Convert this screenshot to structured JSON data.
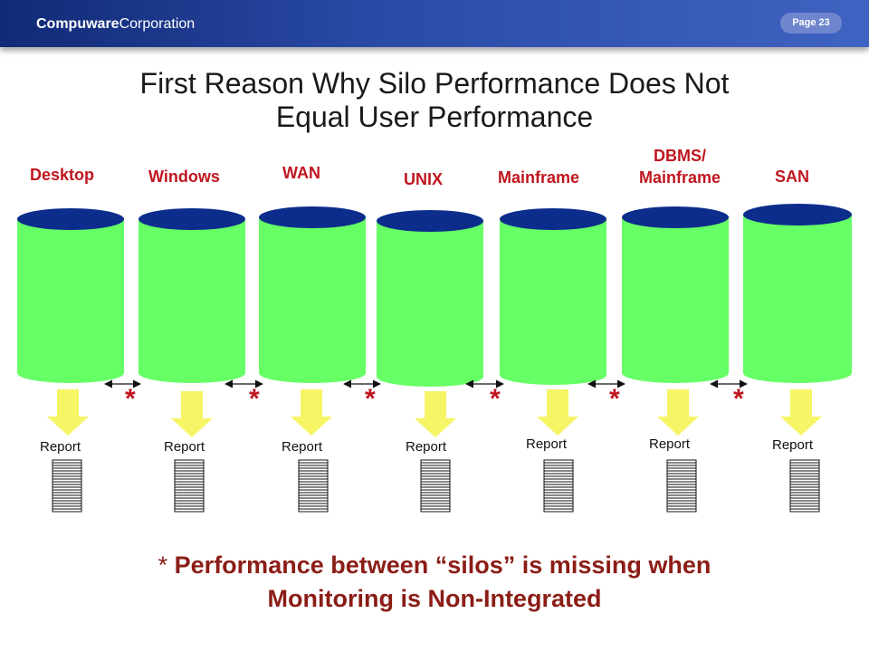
{
  "header": {
    "brand_bold": "Compuware",
    "brand_regular": "Corporation",
    "page": "Page 23"
  },
  "title": {
    "line1": "First Reason Why Silo Performance Does Not",
    "line2": "Equal User Performance"
  },
  "silos": [
    {
      "label": "Desktop",
      "report": "Report"
    },
    {
      "label": "Windows",
      "report": "Report"
    },
    {
      "label": "WAN",
      "report": "Report"
    },
    {
      "label": "UNIX",
      "report": "Report"
    },
    {
      "label": "Mainframe",
      "report": "Report"
    },
    {
      "label_line1": "DBMS/",
      "label_line2": "Mainframe",
      "report": "Report"
    },
    {
      "label": "SAN",
      "report": "Report"
    }
  ],
  "gap_marker": "*",
  "caption": {
    "star": "*",
    "line1": " Performance between “silos” is missing when",
    "line2": "Monitoring is Non-Integrated"
  },
  "colors": {
    "cylinder_body": "#66ff66",
    "cylinder_top": "#0c2d8c",
    "arrow_fill": "#f5f566",
    "label_red": "#c0161f",
    "caption": "#8b1d16"
  }
}
